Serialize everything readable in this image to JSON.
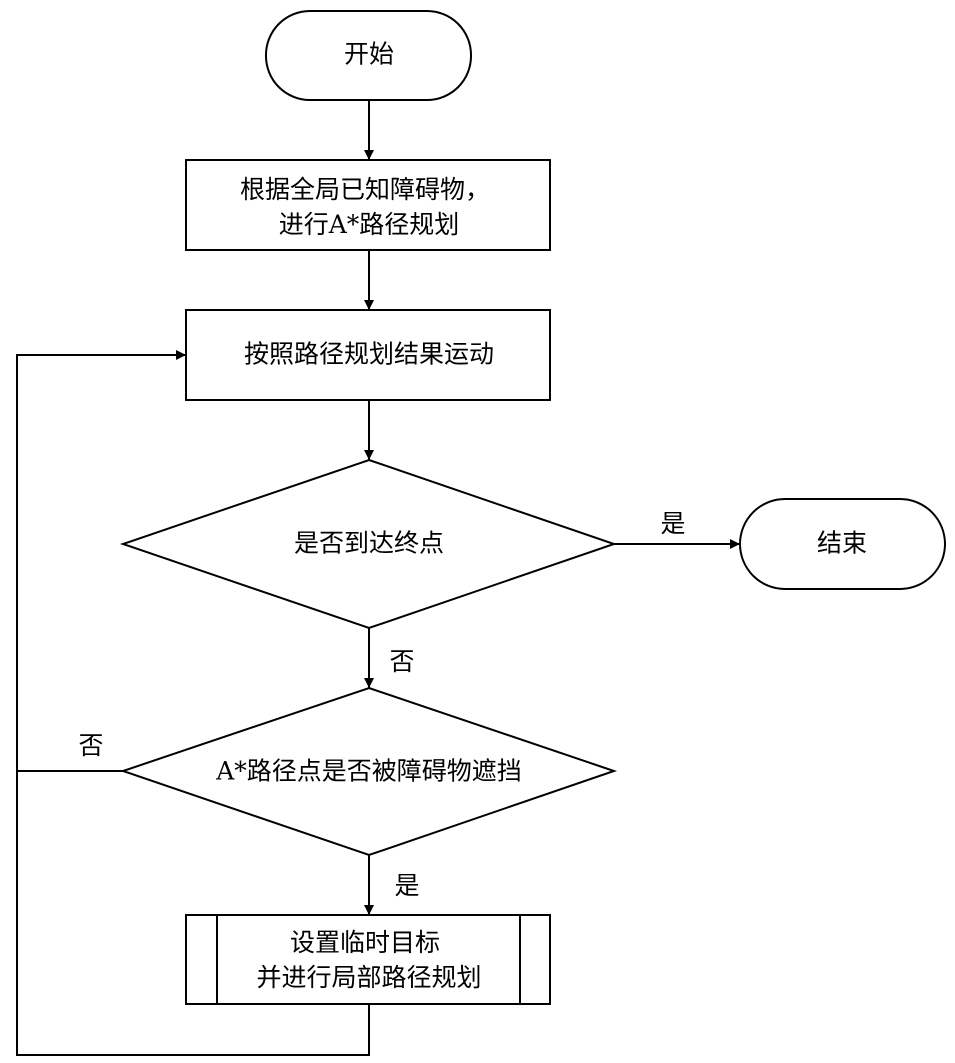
{
  "nodes": {
    "start": "开始",
    "plan_global": [
      "根据全局已知障碍物，",
      "进行A*路径规划"
    ],
    "move": "按照路径规划结果运动",
    "check_goal": "是否到达终点",
    "end": "结束",
    "check_blocked": "A*路径点是否被障碍物遮挡",
    "local_plan": [
      "设置临时目标",
      "并进行局部路径规划"
    ]
  },
  "edges": {
    "goal_yes": "是",
    "goal_no": "否",
    "blocked_no": "否",
    "blocked_yes": "是"
  }
}
